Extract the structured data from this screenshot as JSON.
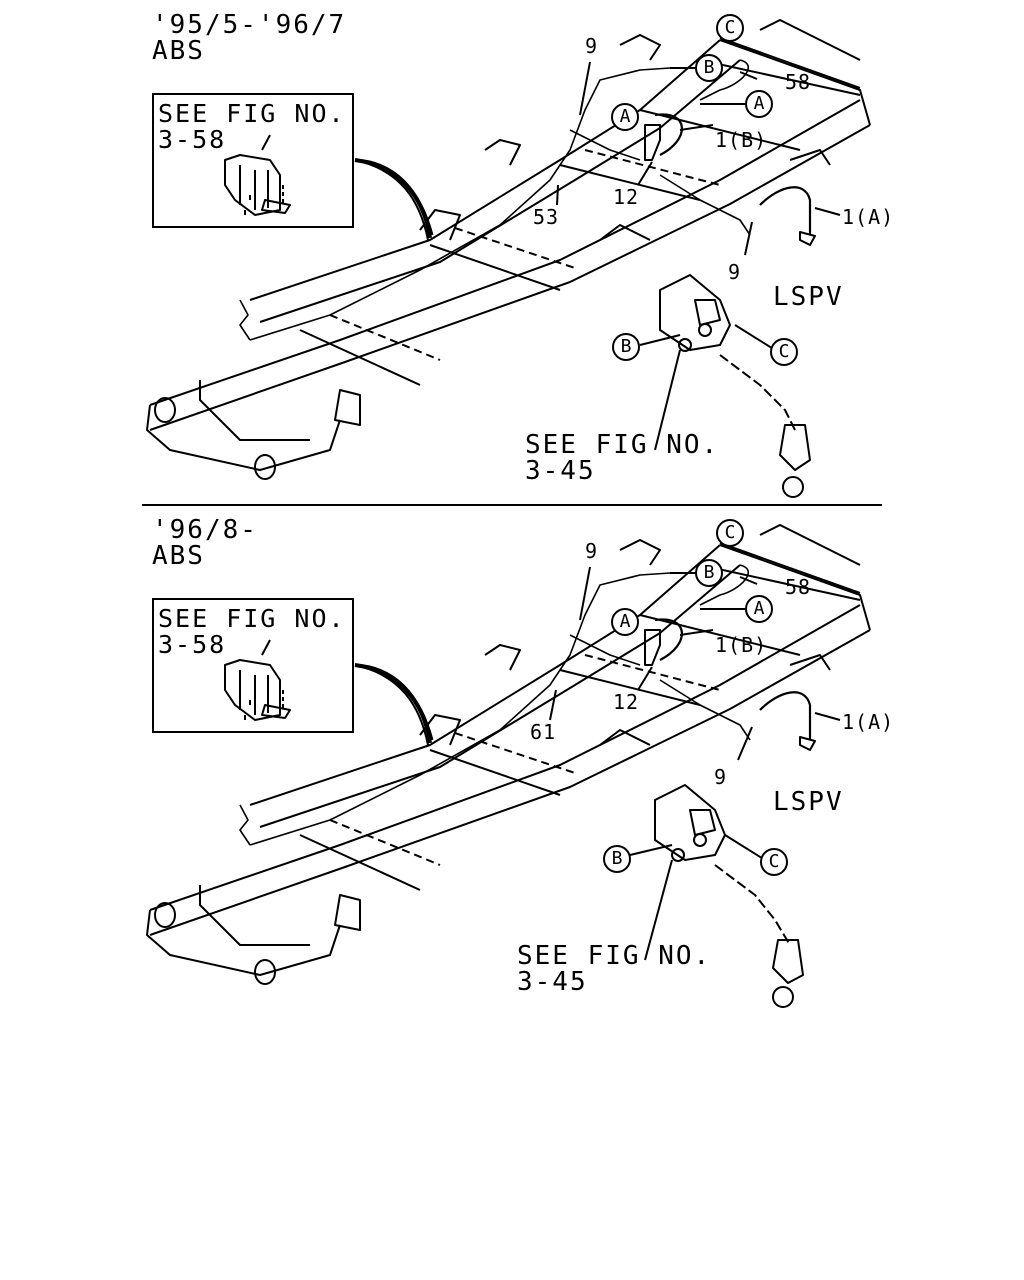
{
  "panels": [
    {
      "date_range": "'95/5-'96/7",
      "system": "ABS",
      "see_fig_top": "SEE FIG NO.",
      "see_fig_top_num": "3-58",
      "see_fig_bottom": "SEE FIG NO.",
      "see_fig_bottom_num": "3-45",
      "lspv": "LSPV",
      "part_pipe": "53",
      "part_9a": "9",
      "part_9b": "9",
      "part_58": "58",
      "part_1b": "1(B)",
      "part_1a": "1(A)",
      "part_12": "12",
      "conn_a": "A",
      "conn_b": "B",
      "conn_c": "C"
    },
    {
      "date_range": "'96/8-",
      "system": "ABS",
      "see_fig_top": "SEE FIG NO.",
      "see_fig_top_num": "3-58",
      "see_fig_bottom": "SEE FIG NO.",
      "see_fig_bottom_num": "3-45",
      "lspv": "LSPV",
      "part_pipe": "61",
      "part_9a": "9",
      "part_9b": "9",
      "part_58": "58",
      "part_1b": "1(B)",
      "part_1a": "1(A)",
      "part_12": "12",
      "conn_a": "A",
      "conn_b": "B",
      "conn_c": "C"
    }
  ]
}
